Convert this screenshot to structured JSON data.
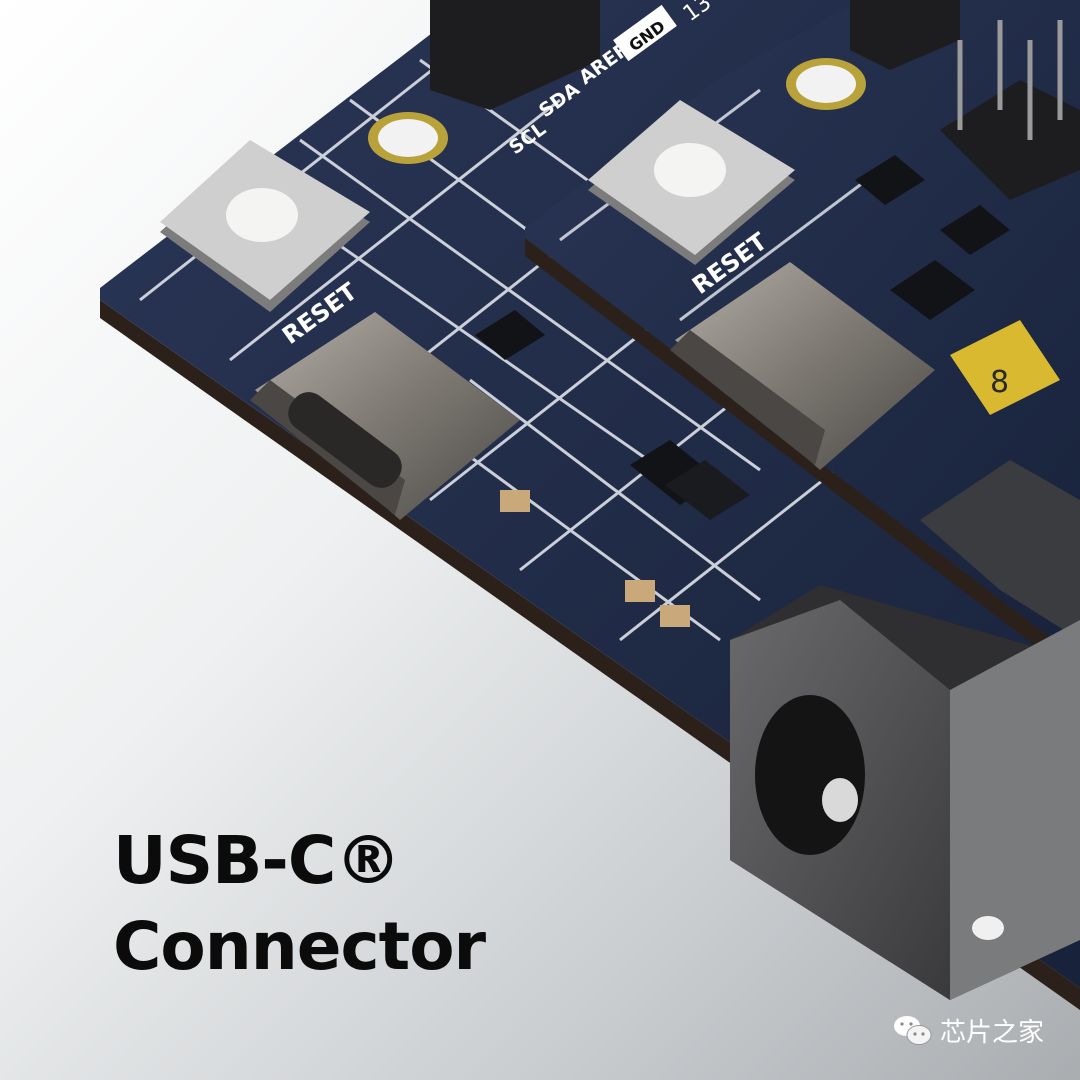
{
  "caption": {
    "line1": "USB-C®",
    "line2": "Connector"
  },
  "board_labels": {
    "reset": "RESET",
    "scl": "SCL",
    "sda": "SDA",
    "aref": "AREF",
    "gnd": "GND",
    "pin13": "13",
    "chip": "8"
  },
  "watermark": {
    "icon": "wechat-icon",
    "text": "芯片之家"
  },
  "colors": {
    "pcb": "#1f2a44",
    "silkscreen": "#ffffff",
    "metal": "#8a8680",
    "text": "#0b0b0b"
  }
}
